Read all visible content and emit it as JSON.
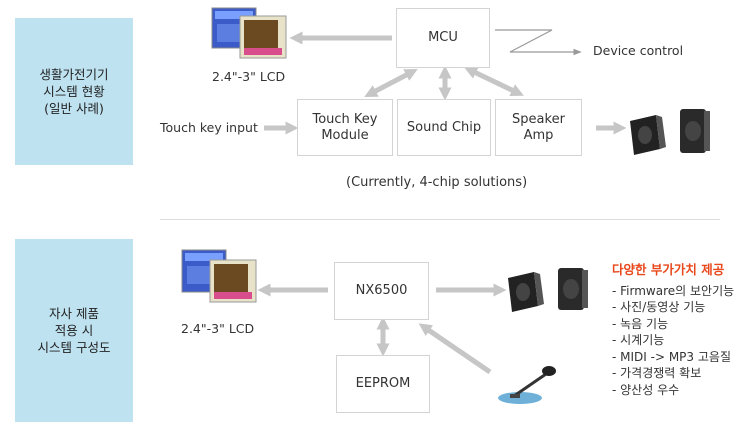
{
  "top": {
    "side_lines": [
      "생활가전기기",
      "시스템 현황",
      "(일반 사례)"
    ],
    "mcu": "MCU",
    "touch_key_module": [
      "Touch Key",
      "Module"
    ],
    "sound_chip": "Sound Chip",
    "speaker_amp": [
      "Speaker",
      "Amp"
    ],
    "touch_key_input": "Touch key input",
    "device_control": "Device control",
    "lcd": "2.4\"-3\" LCD",
    "caption": "(Currently, 4-chip solutions)"
  },
  "bottom": {
    "side_lines": [
      "자사 제품",
      "적용 시",
      "시스템 구성도"
    ],
    "nx6500": "NX6500",
    "eeprom": "EEPROM",
    "lcd": "2.4\"-3\" LCD",
    "features_title": "다양한 부가가치 제공",
    "features": [
      "- Firmware의 보안기능",
      "- 사진/동영상 기능",
      "- 녹음 기능",
      "- 시계기능",
      "- MIDI -> MP3 고음질",
      "- 가격경쟁력 확보",
      "- 양산성 우수"
    ]
  },
  "colors": {
    "side_bg": "#bfe2f0",
    "arrow": "#c6c6c6",
    "features_title": "#e8481c",
    "box_border": "#d4d4d4"
  },
  "icons": [
    "lcd-device-icon",
    "speaker-icon",
    "microphone-icon"
  ]
}
